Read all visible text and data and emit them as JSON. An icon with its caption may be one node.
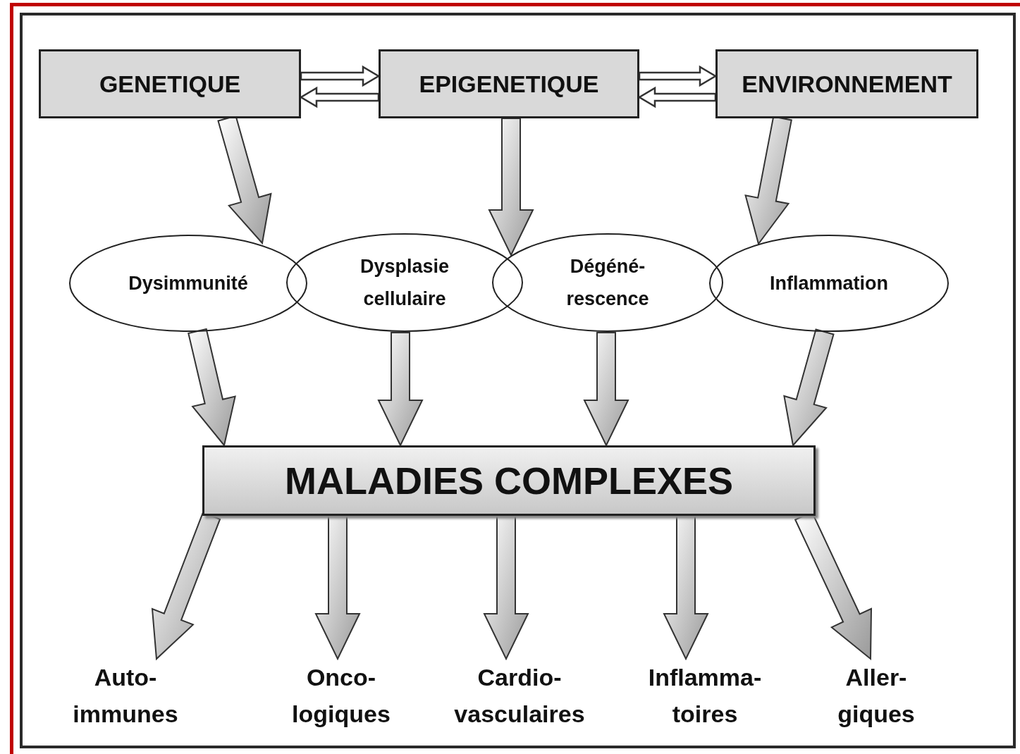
{
  "diagram": {
    "nodes": [
      {
        "text": [
          "GENETIQUE"
        ]
      },
      {
        "text": [
          "EPIGENETIQUE"
        ]
      },
      {
        "text": [
          "ENVIRONNEMENT"
        ]
      },
      {
        "text": [
          "Dysimmunité"
        ]
      },
      {
        "text": [
          "Dysplasie cellulaire"
        ]
      },
      {
        "text": [
          "Dégéné- rescence"
        ]
      },
      {
        "text": [
          "Inflammation"
        ]
      },
      {
        "text": [
          "MALADIES COMPLEXES"
        ]
      },
      {
        "text": [
          "Auto- immunes"
        ]
      },
      {
        "text": [
          "Onco- logiques"
        ]
      },
      {
        "text": [
          "Cardio- vasculaires"
        ]
      },
      {
        "text": [
          "Inflamma- toires"
        ]
      },
      {
        "text": [
          "Aller- giques"
        ]
      }
    ],
    "edges": [
      {
        "from": 0,
        "to": 1,
        "arrow": "to"
      },
      {
        "from": 1,
        "to": 0,
        "arrow": "to"
      },
      {
        "from": 1,
        "to": 2,
        "arrow": "to"
      },
      {
        "from": 2,
        "to": 1,
        "arrow": "to"
      },
      {
        "from": 0,
        "to": 3,
        "arrow": "to"
      },
      {
        "from": 1,
        "to": 4,
        "arrow": "to"
      },
      {
        "from": 2,
        "to": 6,
        "arrow": "to"
      },
      {
        "from": 3,
        "to": 7,
        "arrow": "to"
      },
      {
        "from": 4,
        "to": 7,
        "arrow": "to"
      },
      {
        "from": 5,
        "to": 7,
        "arrow": "to"
      },
      {
        "from": 6,
        "to": 7,
        "arrow": "to"
      },
      {
        "from": 7,
        "to": 8,
        "arrow": "to"
      },
      {
        "from": 7,
        "to": 9,
        "arrow": "to"
      },
      {
        "from": 7,
        "to": 10,
        "arrow": "to"
      },
      {
        "from": 7,
        "to": 11,
        "arrow": "to"
      },
      {
        "from": 7,
        "to": 12,
        "arrow": "to"
      }
    ]
  }
}
